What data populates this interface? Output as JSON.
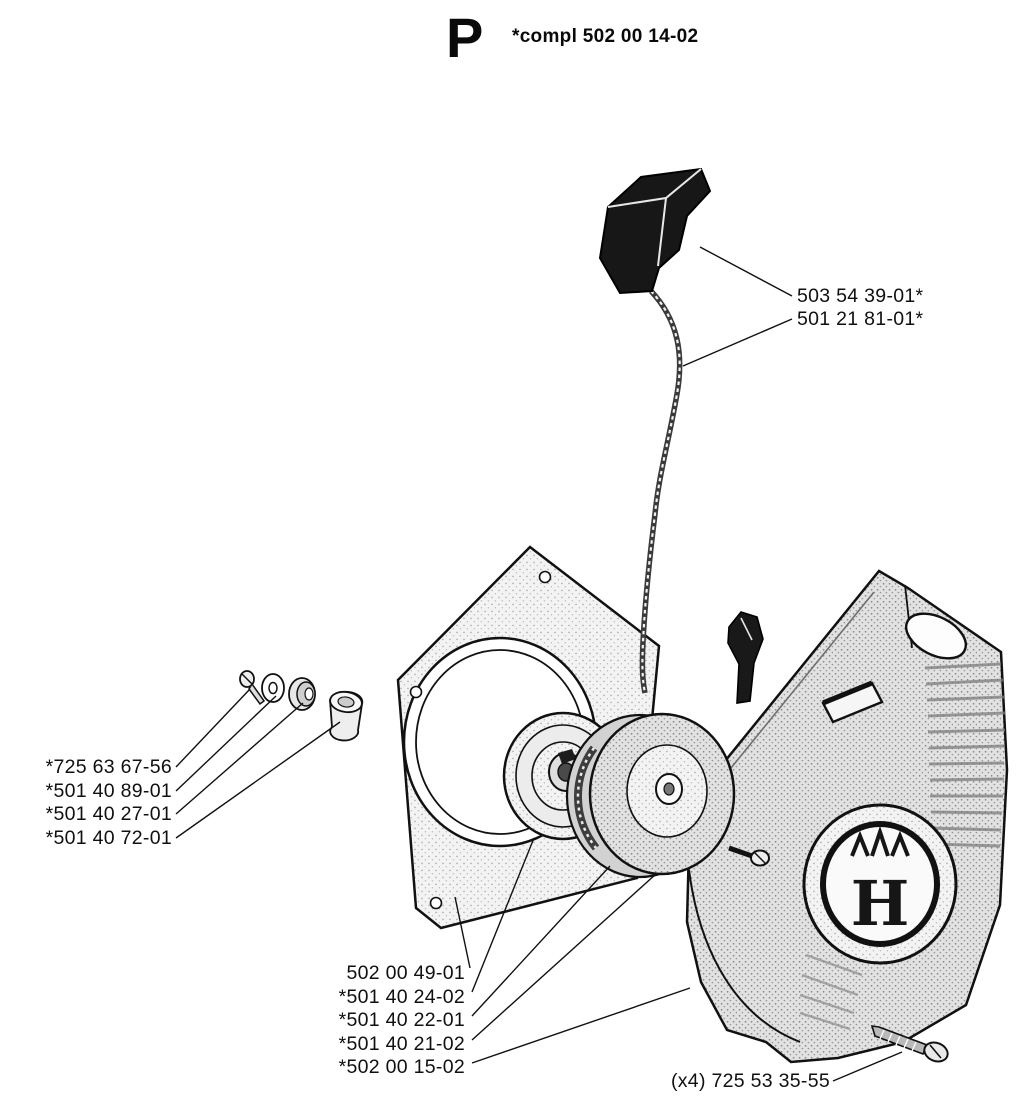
{
  "page": {
    "section_letter": "P",
    "assembly_number": "*compl 502 00 14-02"
  },
  "part_labels": {
    "handle": "503 54 39-01*",
    "rope": "501 21 81-01*",
    "left_group": [
      "*725 63 67-56",
      "*501 40 89-01",
      "*501 40 27-01",
      "*501 40 72-01"
    ],
    "bottom_group": [
      "502 00 49-01",
      "*501 40 24-02",
      "*501 40 22-01",
      "*501 40 21-02",
      "*502 00 15-02"
    ],
    "housing_screws": "(x4) 725 53 35-55"
  },
  "logo": {
    "letter": "H"
  },
  "colors": {
    "ink": "#111111",
    "paper": "#ffffff"
  }
}
